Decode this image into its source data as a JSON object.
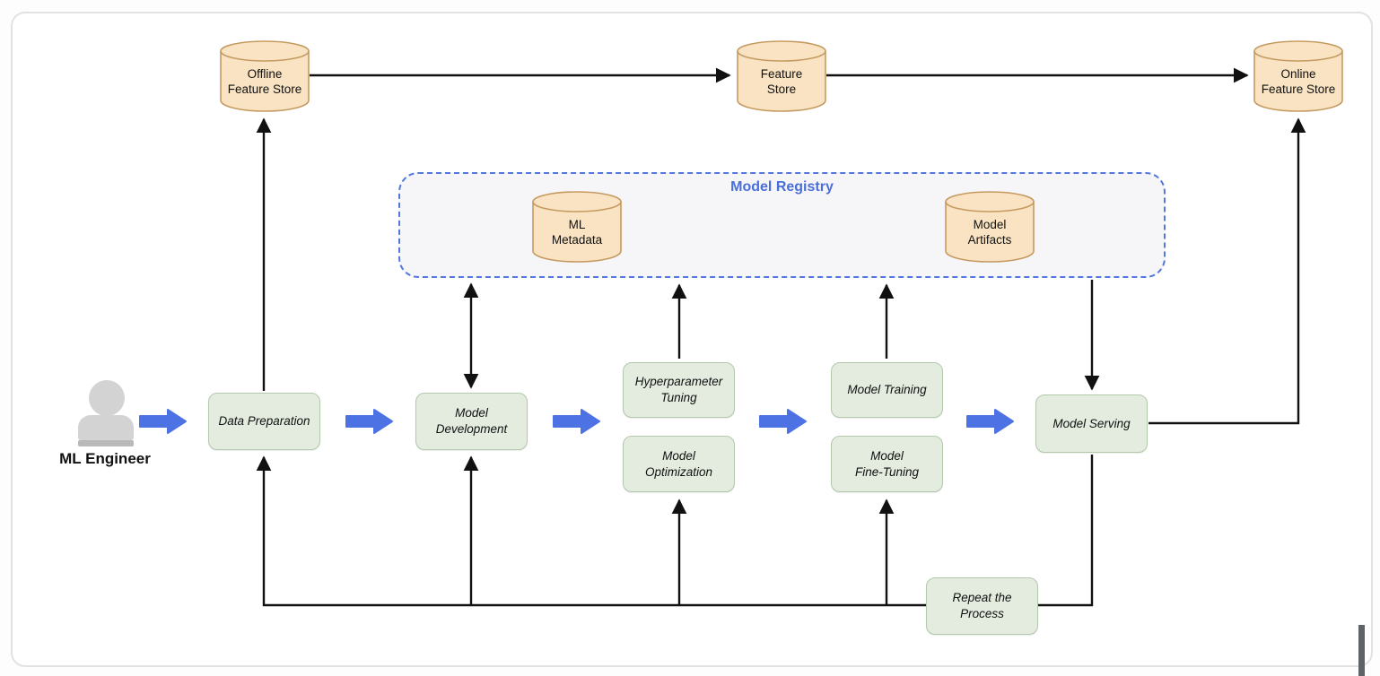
{
  "colors": {
    "flow_arrow_blue": "#4d72e4",
    "registry_border_blue": "#5377dd",
    "registry_title_blue": "#4a6fd9",
    "registry_fill": "#f6f6f8",
    "cylinder_fill": "#f9e3c2",
    "cylinder_stroke": "#c59a61",
    "process_box_fill": "#e3ecdf",
    "process_box_stroke": "#b3c8ad",
    "connector_black": "#111111",
    "person_gray": "#d3d3d3"
  },
  "actor": {
    "label": "ML Engineer"
  },
  "stores": {
    "offline": {
      "label": "Offline\nFeature Store"
    },
    "central": {
      "label": "Feature\nStore"
    },
    "online": {
      "label": "Online\nFeature Store"
    }
  },
  "registry": {
    "title": "Model Registry",
    "metadata": {
      "label": "ML\nMetadata"
    },
    "artifacts": {
      "label": "Model\nArtifacts"
    }
  },
  "processes": {
    "data_preparation": {
      "label": "Data Preparation"
    },
    "model_development": {
      "label": "Model\nDevelopment"
    },
    "hyperparameter_tuning": {
      "label": "Hyperparameter\nTuning"
    },
    "model_optimization": {
      "label": "Model\nOptimization"
    },
    "model_training": {
      "label": "Model Training"
    },
    "model_fine_tuning": {
      "label": "Model\nFine-Tuning"
    },
    "model_serving": {
      "label": "Model Serving"
    },
    "repeat_the_process": {
      "label": "Repeat the\nProcess"
    }
  }
}
